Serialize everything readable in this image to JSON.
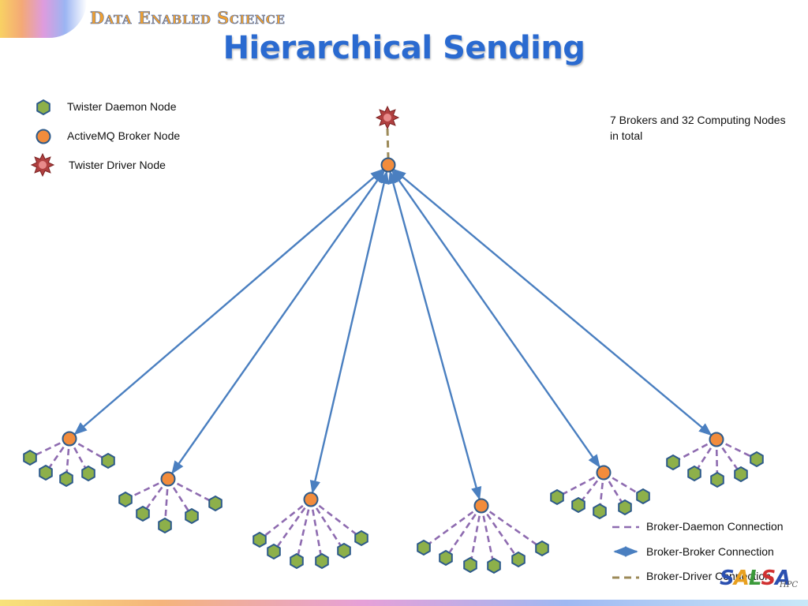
{
  "header": {
    "brand": "Data Enabled Science",
    "title": "Hierarchical Sending"
  },
  "note": "7 Brokers and 32 Computing Nodes in total",
  "legend_nodes": [
    {
      "label": "Twister Daemon Node",
      "shape": "hexagon",
      "fill": "#8db04a"
    },
    {
      "label": "ActiveMQ Broker Node",
      "shape": "circle",
      "fill": "#f28c3c"
    },
    {
      "label": "Twister Driver Node",
      "shape": "star",
      "fill": "#b04040"
    }
  ],
  "legend_connections": [
    {
      "label": "Broker-Daemon Connection",
      "style": "dashed",
      "color": "#8e6bb0"
    },
    {
      "label": "Broker-Broker Connection",
      "style": "double-arrow",
      "color": "#4a7fc0"
    },
    {
      "label": "Broker-Driver Connection",
      "style": "dashed",
      "color": "#9c8a58"
    }
  ],
  "logo": {
    "letters": [
      "S",
      "A",
      "L",
      "S",
      "A"
    ],
    "suffix": "HPC"
  },
  "colors": {
    "daemon_fill": "#8db04a",
    "daemon_stroke": "#2d5a8a",
    "broker_fill": "#f28c3c",
    "broker_stroke": "#2d5a8a",
    "driver_fill": "#b04040",
    "broker_link": "#4a7fc0",
    "daemon_link": "#8e6bb0",
    "driver_link": "#9c8a58"
  }
}
